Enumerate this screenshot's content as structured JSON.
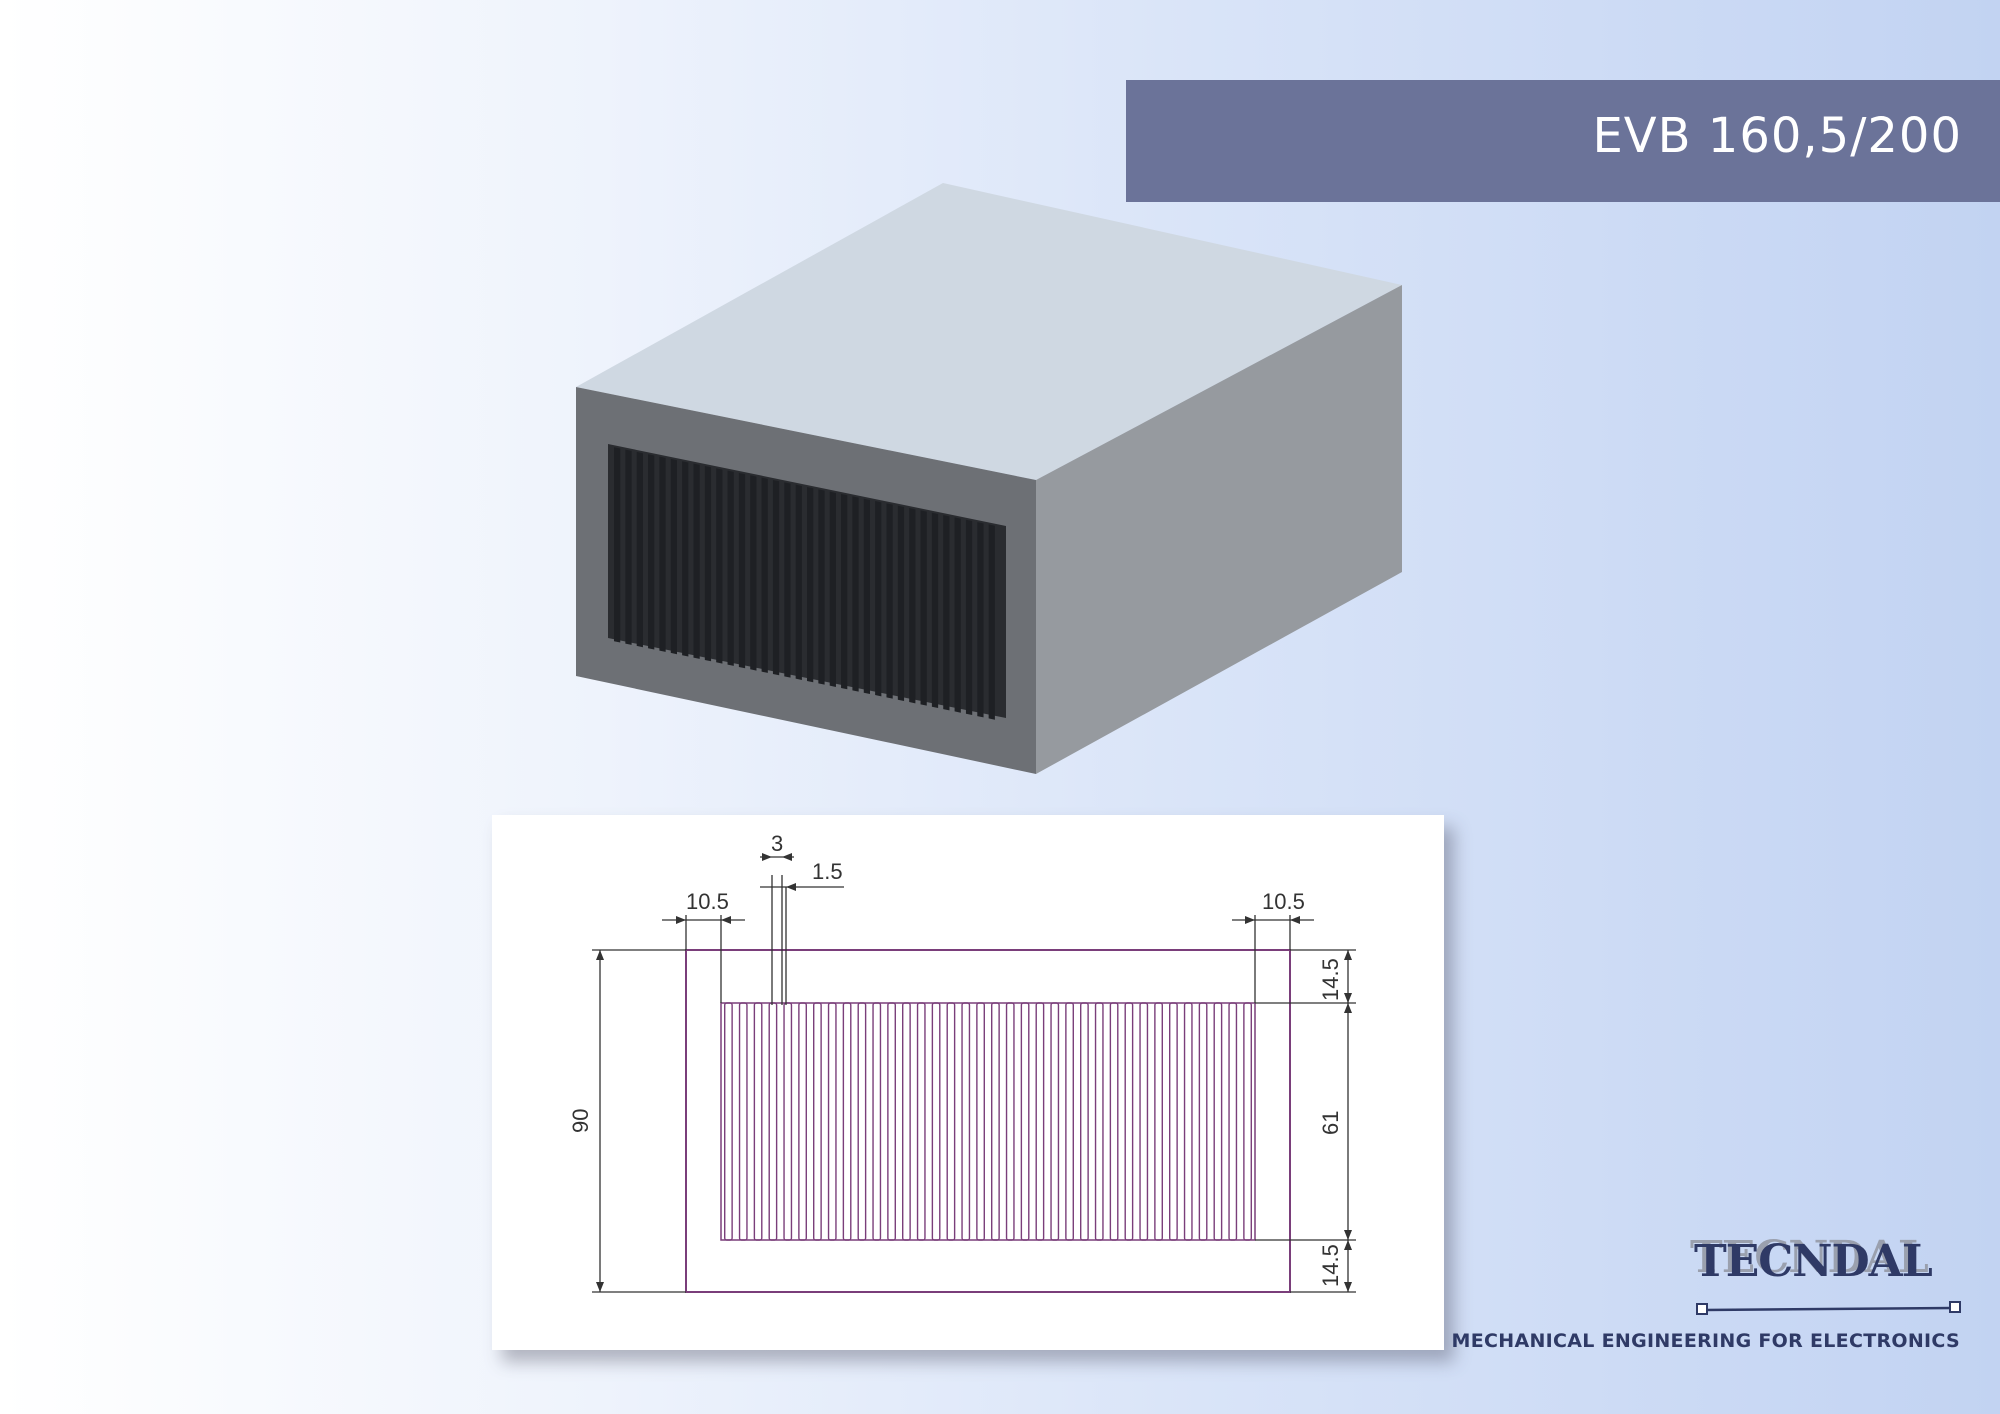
{
  "title": "EVB 160,5/200",
  "brand": {
    "name": "TECNDAL",
    "tagline": "MECHANICAL ENGINEERING FOR ELECTRONICS",
    "color": "#2f3a66"
  },
  "colors": {
    "title_band": "#6b7399",
    "outline": "#7a3e7a",
    "box_top": "#cfd8e2",
    "box_front": "#6d7075",
    "box_side": "#969a9f",
    "fins": "#1e2024"
  },
  "render": {
    "fin_count": 34
  },
  "drawing": {
    "fin_count": 36,
    "dimensions": {
      "fin_pitch": "3",
      "fin_thickness": "1.5",
      "left_margin": "10.5",
      "right_margin": "10.5",
      "top_wall": "14.5",
      "bottom_wall": "14.5",
      "fin_height": "61",
      "total_height": "90"
    }
  }
}
